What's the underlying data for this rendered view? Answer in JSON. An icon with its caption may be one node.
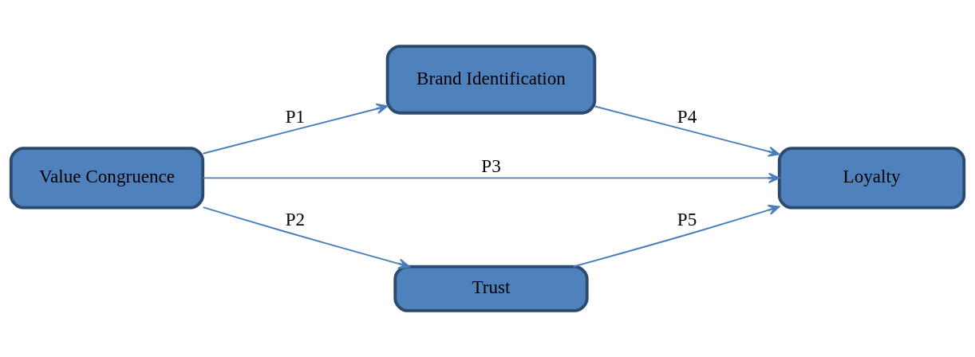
{
  "diagram": {
    "nodes": [
      {
        "text": [
          "Value Congruence"
        ]
      },
      {
        "text": [
          "Brand Identification"
        ]
      },
      {
        "text": [
          "Loyalty"
        ]
      },
      {
        "text": [
          "Trust"
        ]
      }
    ],
    "edges": [
      {
        "from": 0,
        "to": 1,
        "arrow": "to",
        "label": "P1"
      },
      {
        "from": 0,
        "to": 3,
        "arrow": "to",
        "label": "P2"
      },
      {
        "from": 0,
        "to": 2,
        "arrow": "to",
        "label": "P3"
      },
      {
        "from": 1,
        "to": 2,
        "arrow": "to",
        "label": "P4"
      },
      {
        "from": 3,
        "to": 2,
        "arrow": "to",
        "label": "P5"
      }
    ]
  }
}
